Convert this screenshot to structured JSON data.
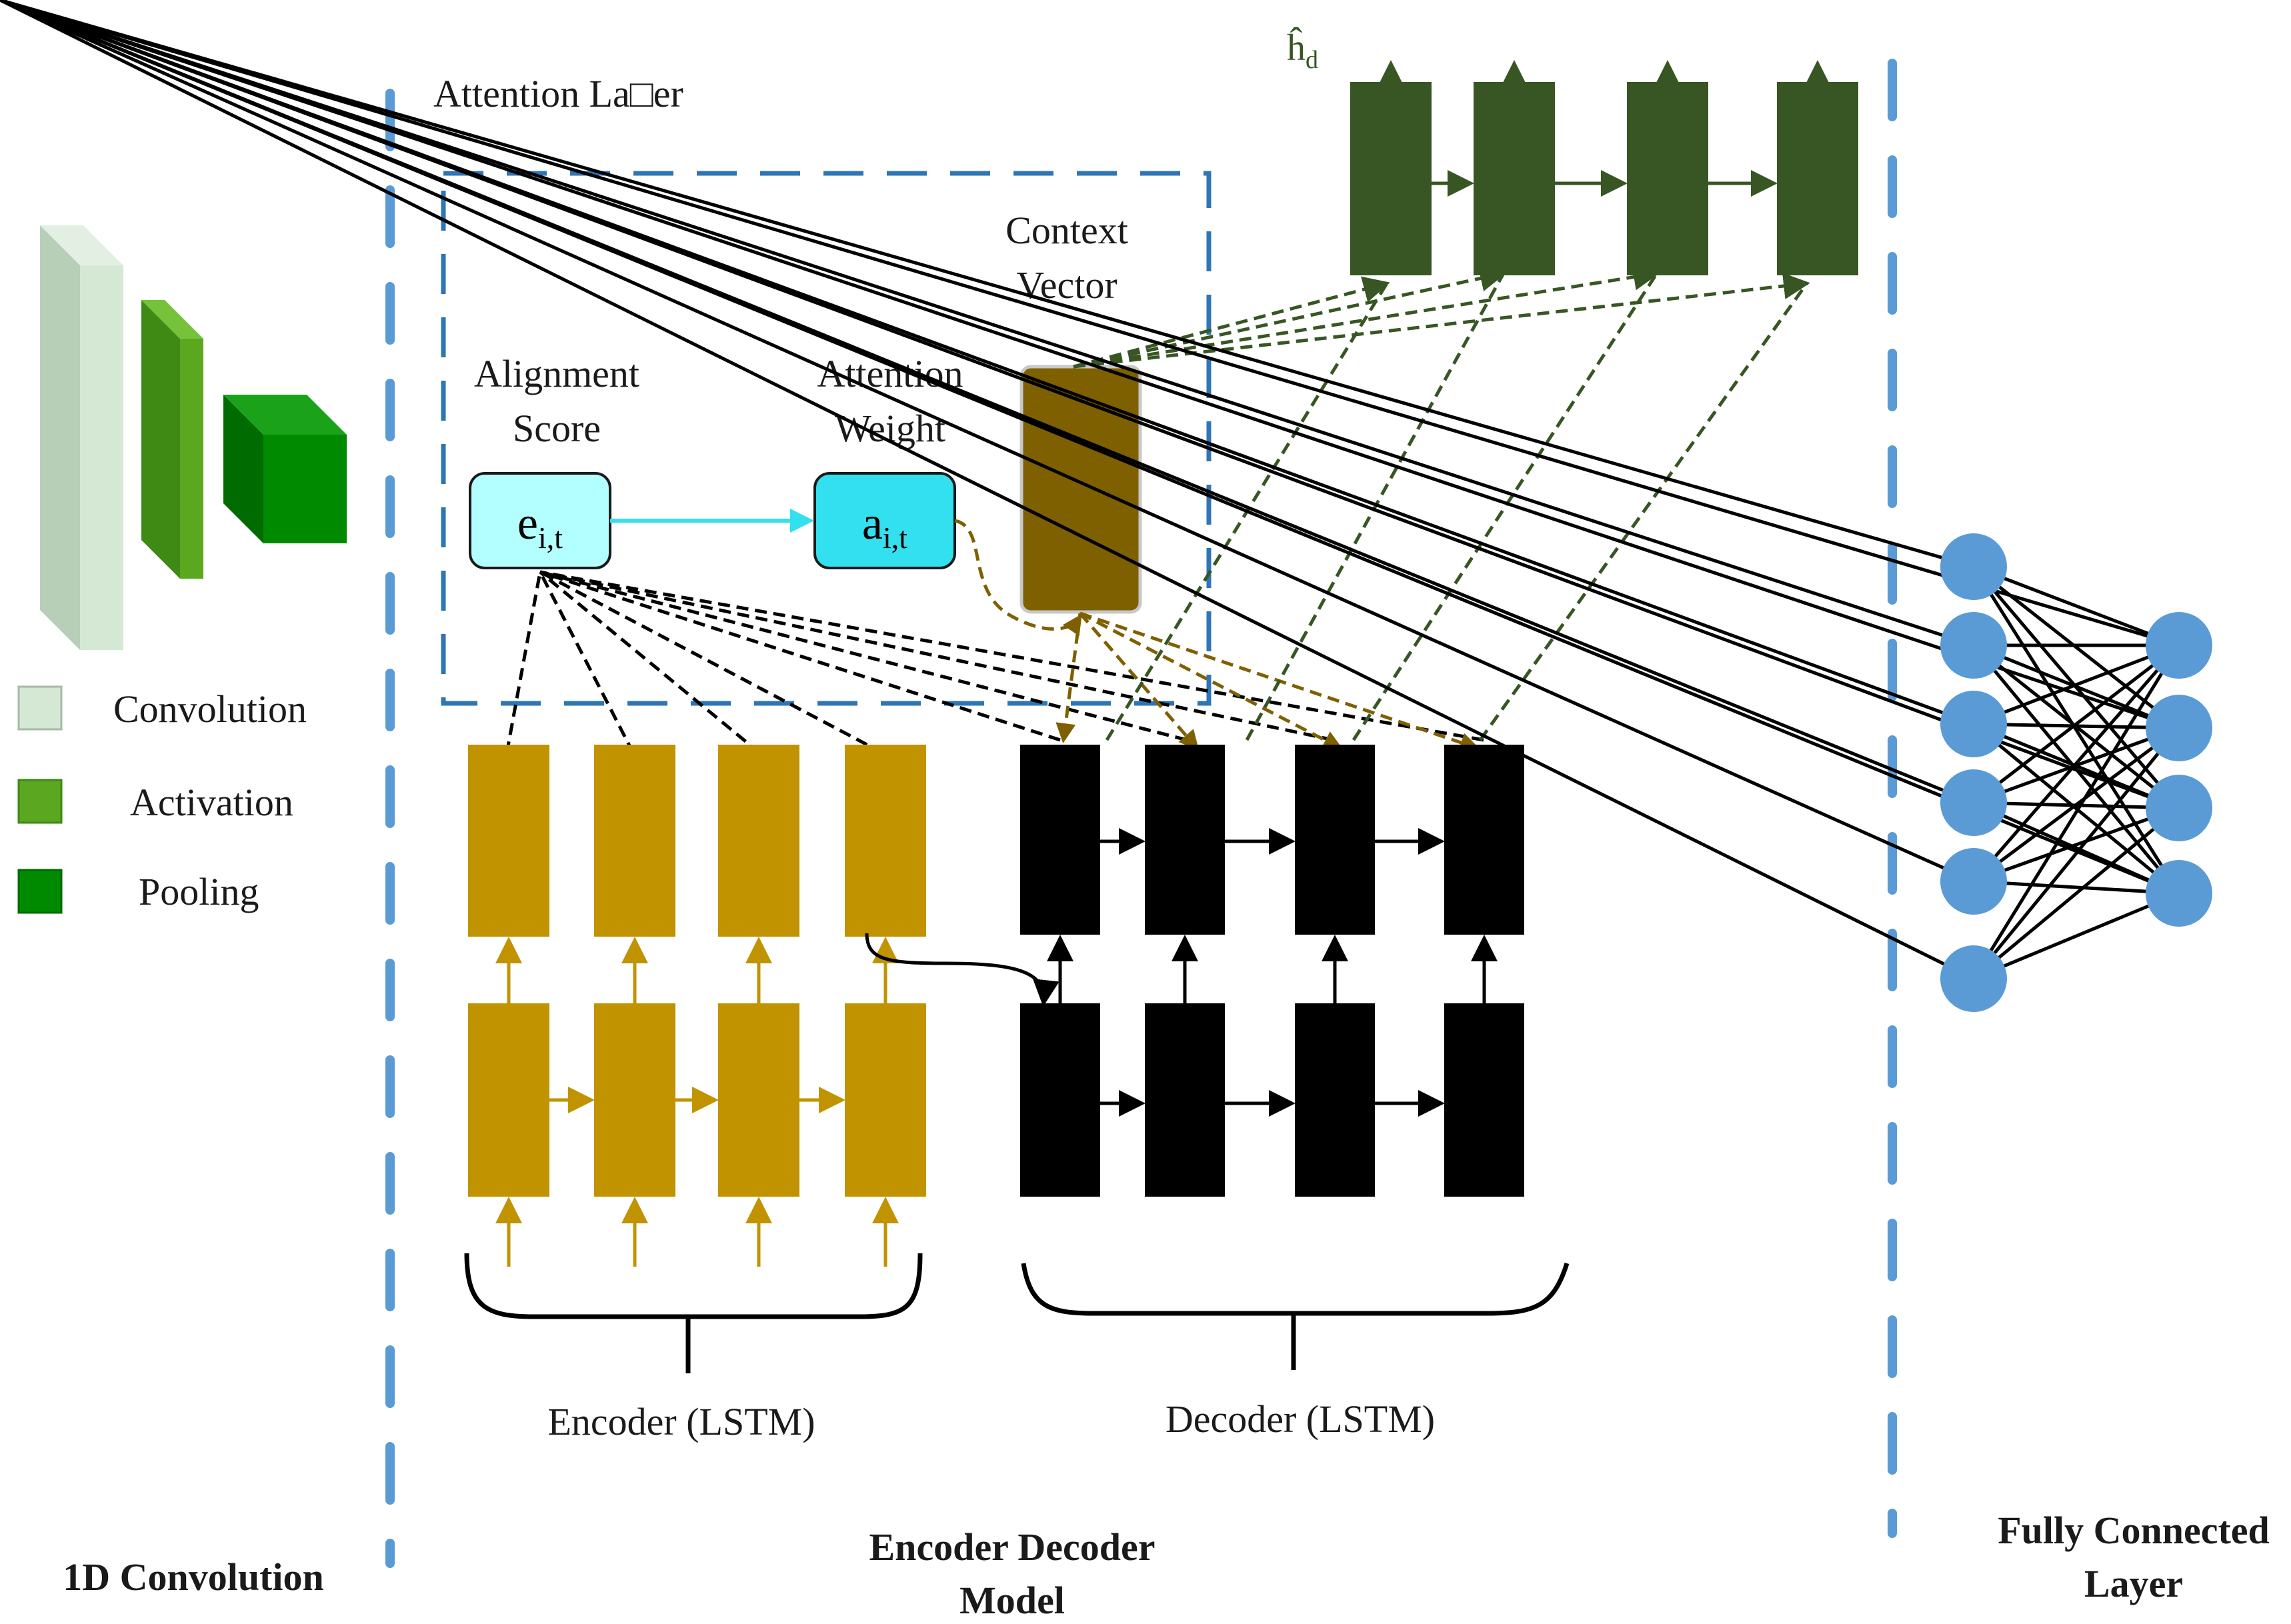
{
  "legend": {
    "items": [
      {
        "label": "Convolution",
        "color": "#d5e8d4"
      },
      {
        "label": "Activation",
        "color": "#5ba71f"
      },
      {
        "label": "Pooling",
        "color": "#008a00"
      }
    ]
  },
  "sections": {
    "conv": "1D Convolution",
    "encdec_line1": "Encoder Decoder",
    "encdec_line2": "Model",
    "fc_line1": "Fully Connected",
    "fc_line2": "Layer"
  },
  "attention": {
    "title": "Attention La□er",
    "alignment_line1": "Alignment",
    "alignment_line2": "Score",
    "alignment_symbol": "e",
    "alignment_sub": "i,t",
    "weight_line1": "Attention",
    "weight_line2": "Weight",
    "weight_symbol": "a",
    "weight_sub": "i,t",
    "context_line1": "Context",
    "context_line2": "Vector"
  },
  "output_label": {
    "symbol": "ĥ",
    "sub": "d"
  },
  "encoder_label": "Encoder (LSTM)",
  "decoder_label": "Decoder (LSTM)",
  "colors": {
    "encoder": "#c19300",
    "decoder": "#000000",
    "output": "#375623",
    "context": "#7f6000",
    "attention_box": "#2e75b6",
    "score_box": "#b3ffff",
    "weight_box": "#33e0f0",
    "neuron": "#5b9bd5",
    "separator": "#5b9bd5"
  }
}
